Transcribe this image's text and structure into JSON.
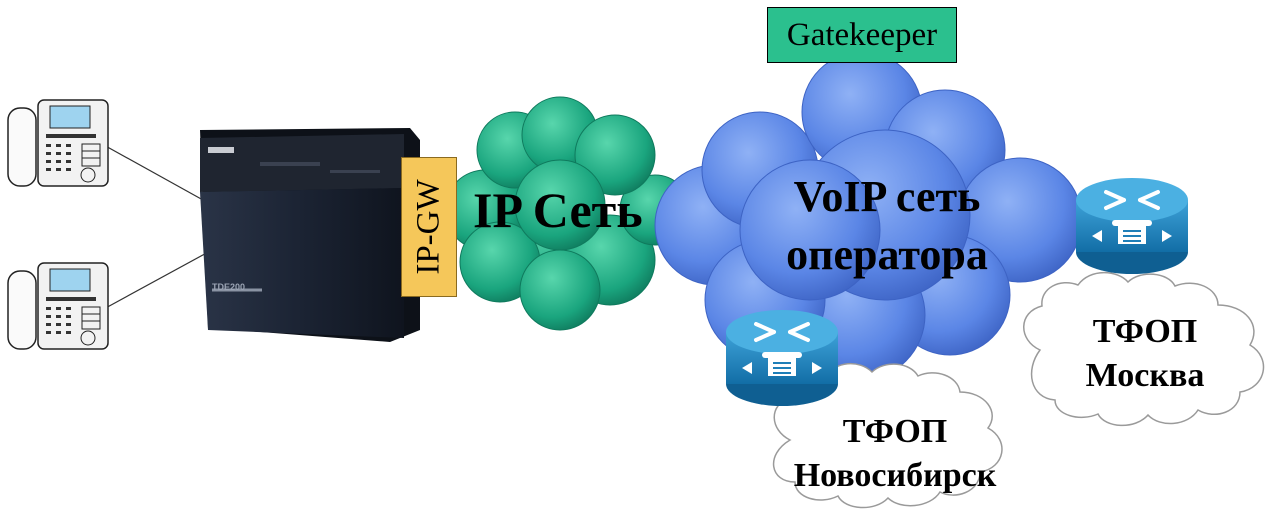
{
  "diagram": {
    "gatekeeper_label": "Gatekeeper",
    "ip_gw_label": "IP-GW",
    "ip_network_label": "IP Сеть",
    "voip_network_label_line1": "VoIP сеть",
    "voip_network_label_line2": "оператора",
    "pstn_novosibirsk": {
      "line1": "ТФОП",
      "line2": "Новосибирск"
    },
    "pstn_moscow": {
      "line1": "ТФОП",
      "line2": "Москва"
    },
    "pbx_brand": "TDE200"
  },
  "colors": {
    "gatekeeper_fill": "#2bc08e",
    "ip_gw_fill": "#f5c75a",
    "ip_cloud_fill": "#1aa57e",
    "voip_cloud_fill": "#5b86e6",
    "router_fill": "#1f7fb8",
    "pbx_fill": "#1b2333"
  },
  "icons": {
    "phone": "desk-phone-icon",
    "pbx": "pbx-cabinet-icon",
    "router": "voice-router-icon"
  }
}
